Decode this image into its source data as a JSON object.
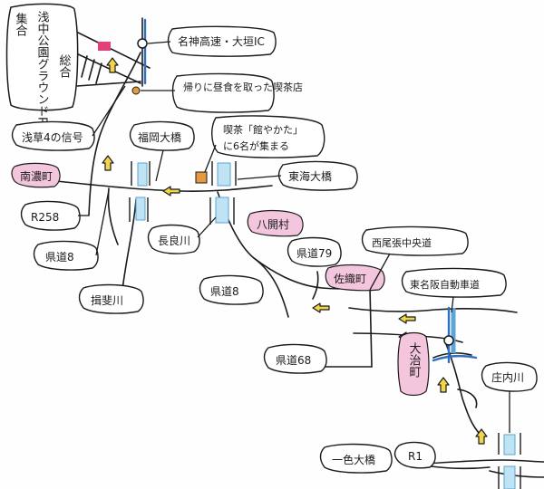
{
  "title_group": {
    "col1": "集合",
    "col2": "浅中公園グラウンドPへ",
    "col3": "総合"
  },
  "labels": {
    "meishin": "名神高速・大垣IC",
    "coffee_lunch": "帰りに昼食を取った喫茶店",
    "asakusa_signal": "浅草4の信号",
    "fukuoka_bridge": "福岡大橋",
    "kissa_note_1": "喫茶「館やかた」",
    "kissa_note_2": "に6名が集まる",
    "tokai_bridge": "東海大橋",
    "minami_nocho": "南濃町",
    "r258": "R258",
    "kendo8_a": "県道8",
    "ibi_river": "揖斐川",
    "nagara_river": "長良川",
    "hachiken_mura": "八開村",
    "kendo79": "県道79",
    "saori_cho": "佐織町",
    "kendo8_b": "県道8",
    "nishi_owari": "西尾張中央道",
    "tomei_han": "東名阪自動車道",
    "kendo68": "県道68",
    "oharu_cho": "大治町",
    "shonai_river": "庄内川",
    "isshiki_bridge": "一色大橋",
    "r1": "R1"
  },
  "colors": {
    "ink": "#1b1b1b",
    "river_blue": "#5aa6d6",
    "river_light": "#bfe3f3",
    "arrow_yellow": "#f2d54a",
    "place_pink": "#f3c6dd",
    "marker_orange": "#e59a3e",
    "building_pink": "#e2407a",
    "road_blue": "#2f6fc2"
  }
}
